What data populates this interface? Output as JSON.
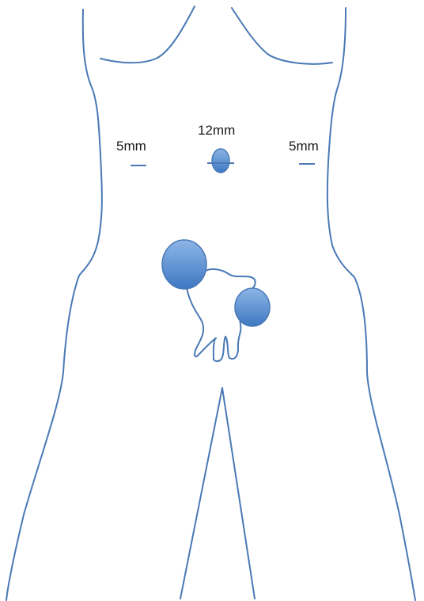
{
  "colors": {
    "outline": "#4a79b5",
    "fill_light": "#8db5e6",
    "fill_dark": "#3e78c2",
    "text": "#1a1a1a",
    "background": "#ffffff"
  },
  "ports": {
    "left": {
      "label": "5mm"
    },
    "center": {
      "label": "12mm"
    },
    "right": {
      "label": "5mm"
    }
  }
}
